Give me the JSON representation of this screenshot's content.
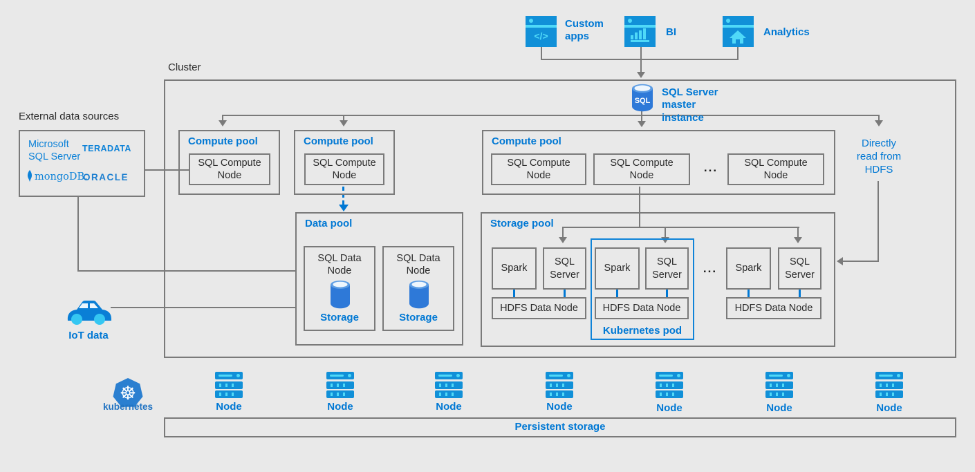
{
  "colors": {
    "accent_blue": "#0078d4",
    "icon_blue": "#1190d8",
    "icon_cyan": "#4fd9f8",
    "line_gray": "#7a7a7a",
    "cylinder_blue": "#2e79d8",
    "kubernetes_blue": "#2b7fd0",
    "background": "#e9e9e9"
  },
  "apps": {
    "items": [
      {
        "label": "Custom apps",
        "icon": "code-window-icon"
      },
      {
        "label": "BI",
        "icon": "bar-chart-window-icon"
      },
      {
        "label": "Analytics",
        "icon": "home-window-icon"
      }
    ]
  },
  "glyphs": {
    "code": "</>",
    "kubernetes_wheel": "☸"
  },
  "cluster_label": "Cluster",
  "master": {
    "title": "SQL Server master instance",
    "cylinder_label": "SQL"
  },
  "compute_pools": [
    {
      "title": "Compute pool",
      "nodes": [
        "SQL Compute Node"
      ]
    },
    {
      "title": "Compute pool",
      "nodes": [
        "SQL Compute Node"
      ]
    },
    {
      "title": "Compute pool",
      "nodes": [
        "SQL Compute Node",
        "SQL Compute Node",
        "SQL Compute Node"
      ],
      "ellipsis": "..."
    }
  ],
  "data_pool": {
    "title": "Data pool",
    "nodes": [
      {
        "label": "SQL Data Node",
        "storage_label": "Storage"
      },
      {
        "label": "SQL Data Node",
        "storage_label": "Storage"
      }
    ]
  },
  "storage_pool": {
    "title": "Storage pool",
    "ellipsis": "...",
    "kubernetes_pod_label": "Kubernetes pod",
    "groups": [
      {
        "spark": "Spark",
        "sql_server": "SQL Server",
        "hdfs": "HDFS Data Node"
      },
      {
        "spark": "Spark",
        "sql_server": "SQL Server",
        "hdfs": "HDFS Data Node"
      },
      {
        "spark": "Spark",
        "sql_server": "SQL Server",
        "hdfs": "HDFS Data Node"
      }
    ]
  },
  "external_sources": {
    "label": "External data sources",
    "logos": {
      "microsoft_sql_server": "Microsoft SQL Server",
      "teradata": "TERADATA",
      "mongodb": "mongoDB.",
      "oracle": "ORACLE"
    }
  },
  "iot": {
    "label": "IoT data"
  },
  "hdfs_direct": {
    "label": "Directly read from HDFS"
  },
  "kubernetes": {
    "label": "kubernetes"
  },
  "nodes_row": {
    "labels": [
      "Node",
      "Node",
      "Node",
      "Node",
      "Node",
      "Node",
      "Node"
    ]
  },
  "persistent_storage": {
    "label": "Persistent storage"
  }
}
